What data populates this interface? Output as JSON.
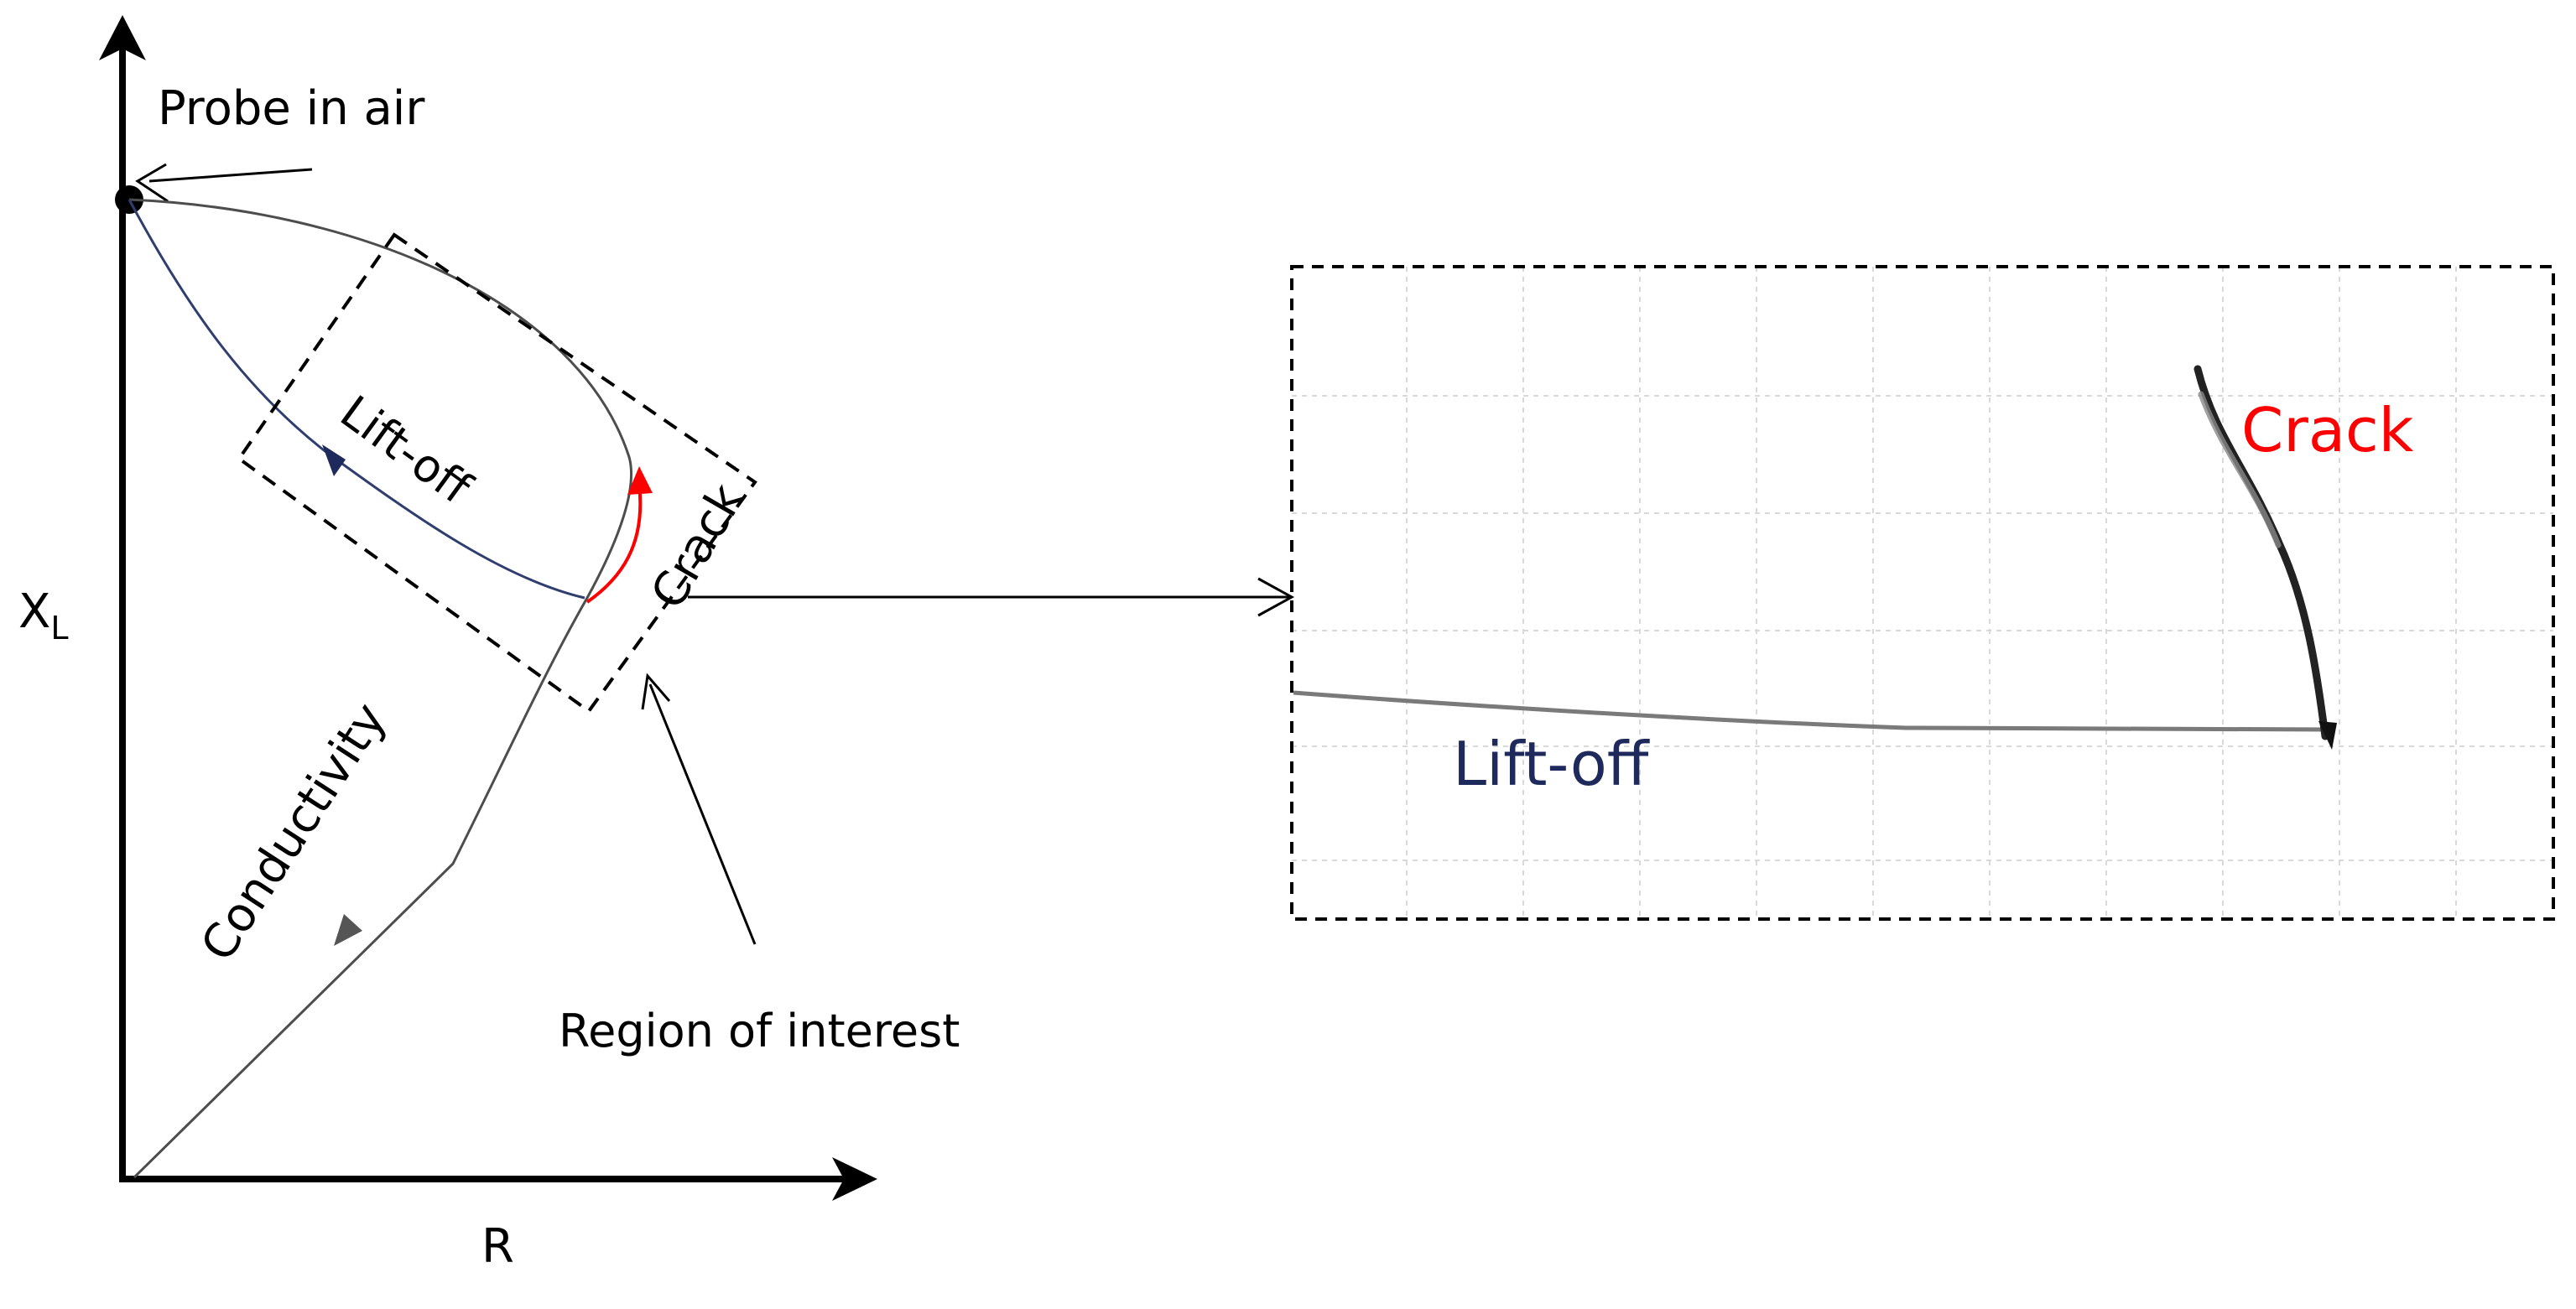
{
  "diagram": {
    "axes": {
      "x_label": "R",
      "y_label_main": "X",
      "y_label_sub": "L"
    },
    "labels": {
      "probe_in_air": "Probe  in air",
      "lift_off": "Lift-off",
      "crack": "Crack",
      "conductivity": "Conductivity",
      "region_of_interest": "Region of interest"
    },
    "zoom": {
      "crack": "Crack",
      "lift_off": "Lift-off"
    },
    "colors": {
      "axis": "#000000",
      "impedance_curve": "#4d4d4d",
      "lift_off_curve": "#2f3e6e",
      "lift_off_text": "#1f2a5c",
      "crack": "#ff0000",
      "grid": "#d9d9d9",
      "dashed_box": "#000000",
      "conductivity_line": "#7a7a7a"
    }
  }
}
